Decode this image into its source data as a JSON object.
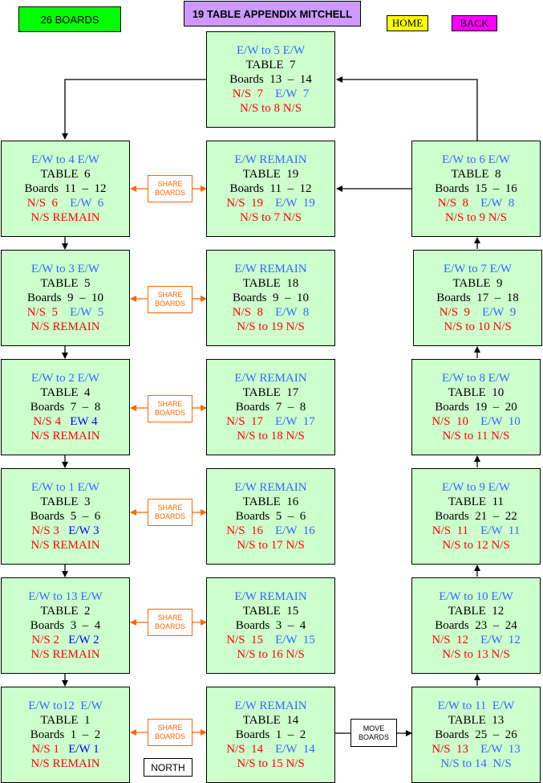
{
  "header": {
    "boards": "26 BOARDS",
    "title": "19  TABLE APPENDIX MITCHELL",
    "home": "HOME",
    "back": "BACK"
  },
  "share_label": [
    "SHARE",
    "BOARDS"
  ],
  "move_label": [
    "MOVE",
    "BOARDS"
  ],
  "north": "NORTH",
  "tables": {
    "t7": {
      "ew_move": "E/W to 5 E/W",
      "table": "TABLE  7",
      "boards": "Boards  13  –  14",
      "ns": "N/S  7",
      "ew": "E/W  7",
      "ns_move": "N/S to 8 N/S"
    },
    "t6": {
      "ew_move": "E/W to 4 E/W",
      "table": "TABLE  6",
      "boards": "Boards  11  –  12",
      "ns": "N/S  6",
      "ew": "E/W  6",
      "ns_move": "N/S REMAIN"
    },
    "t19": {
      "ew_move": "E/W REMAIN",
      "table": "TABLE  19",
      "boards": "Boards  11  –  12",
      "ns": "N/S  19",
      "ew": "E/W  19",
      "ns_move": "N/S to 7 N/S"
    },
    "t8": {
      "ew_move": "E/W to 6 E/W",
      "table": "TABLE  8",
      "boards": "Boards  15  –  16",
      "ns": "N/S  8",
      "ew": "E/W  8",
      "ns_move": "N/S to 9 N/S"
    },
    "t5": {
      "ew_move": "E/W to 3 E/W",
      "table": "TABLE  5",
      "boards": "Boards  9  –  10",
      "ns": "N/S  5",
      "ew": "E/W  5",
      "ns_move": "N/S REMAIN"
    },
    "t18": {
      "ew_move": "E/W REMAIN",
      "table": "TABLE  18",
      "boards": "Boards  9  –  10",
      "ns": "N/S  8",
      "ew": "E/W  8",
      "ns_move": "N/S to 19 N/S"
    },
    "t9": {
      "ew_move": "E/W to 7 E/W",
      "table": "TABLE  9",
      "boards": "Boards  17  –  18",
      "ns": "N/S  9",
      "ew": "E/W  9",
      "ns_move": "N/S to 10 N/S"
    },
    "t4": {
      "ew_move": "E/W to 2 E/W",
      "table": "TABLE  4",
      "boards": "Boards  7  –  8",
      "ns": "N/S 4",
      "ew": "EW 4",
      "ns_move": "N/S REMAIN"
    },
    "t17": {
      "ew_move": "E/W REMAIN",
      "table": "TABLE  17",
      "boards": "Boards  7  –  8",
      "ns": "N/S  17",
      "ew": "E/W  17",
      "ns_move": "N/S to 18 N/S"
    },
    "t10": {
      "ew_move": "E/W to 8 E/W",
      "table": "TABLE  10",
      "boards": "Boards  19  –  20",
      "ns": "N/S  10",
      "ew": "E/W  10",
      "ns_move": "N/S to 11 N/S"
    },
    "t3": {
      "ew_move": "E/W to 1 E/W",
      "table": "TABLE  3",
      "boards": "Boards  5  –  6",
      "ns": "N/S 3",
      "ew": "E/W 3",
      "ns_move": "N/S REMAIN"
    },
    "t16": {
      "ew_move": "E/W REMAIN",
      "table": "TABLE  16",
      "boards": "Boards  5  –  6",
      "ns": "N/S  16",
      "ew": "E/W  16",
      "ns_move": "N/S to 17 N/S"
    },
    "t11": {
      "ew_move": "E/W to 9 E/W",
      "table": "TABLE  11",
      "boards": "Boards  21  –  22",
      "ns": "N/S  11",
      "ew": "E/W  11",
      "ns_move": "N/S to 12 N/S"
    },
    "t2": {
      "ew_move": "E/W to 13 E/W",
      "table": "TABLE  2",
      "boards": "Boards  3  –  4",
      "ns": "N/S 2",
      "ew": "E/W 2",
      "ns_move": "N/S REMAIN"
    },
    "t15": {
      "ew_move": "E/W REMAIN",
      "table": "TABLE  15",
      "boards": "Boards  3  –  4",
      "ns": "N/S  15",
      "ew": "E/W  15",
      "ns_move": "N/S to 16 N/S"
    },
    "t12": {
      "ew_move": "E/W to 10 E/W",
      "table": "TABLE  12",
      "boards": "Boards  23  –  24",
      "ns": "N/S  12",
      "ew": "E/W  12",
      "ns_move": "N/S to 13 N/S"
    },
    "t1": {
      "ew_move": "E/W to12  E/W",
      "table": "TABLE  1",
      "boards": "Boards  1  –  2",
      "ns": "N/S 1",
      "ew": "E/W 1",
      "ns_move": "N/S REMAIN"
    },
    "t14": {
      "ew_move": "E/W REMAIN",
      "table": "TABLE  14",
      "boards": "Boards  1  –  2",
      "ns": "N/S  14",
      "ew": "E/W  14",
      "ns_move": "N/S to 15 N/S"
    },
    "t13": {
      "ew_move": "E/W to 11  E/W",
      "table": "TABLE  13",
      "boards": "Boards  25  –  26",
      "ns": "N/S  13",
      "ew": "E/W  13",
      "ns_move": "N/S to 14  N/S"
    }
  },
  "colors": {
    "card_bg": "#ccffcc",
    "ew_text": "#3366ff",
    "ns_text": "#ff0000",
    "share": "#ff6600",
    "boards_btn": "#00ff00",
    "title_btn": "#cc99ff",
    "home_btn": "#ffff00",
    "back_btn": "#ff00ff"
  }
}
